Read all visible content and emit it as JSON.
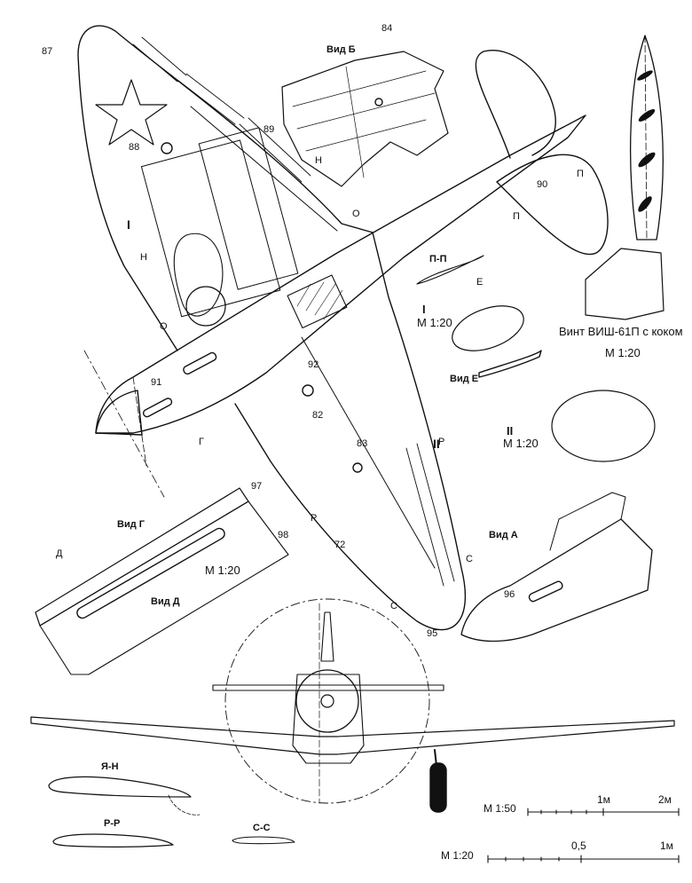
{
  "drawing": {
    "callouts": {
      "c87": "87",
      "c88": "88",
      "c89": "89",
      "c84": "84",
      "c90": "90",
      "c91": "91",
      "c92": "92",
      "c82": "82",
      "c83": "83",
      "c97": "97",
      "c98": "98",
      "c72": "72",
      "c95": "95",
      "c96": "96"
    },
    "view_labels": {
      "vid_b": "Вид Б",
      "vid_g": "Вид Г",
      "vid_d": "Вид Д",
      "vid_e": "Вид Е",
      "vid_a": "Вид А",
      "arrow_g": "Г",
      "arrow_d": "Д",
      "arrow_e": "Е"
    },
    "section_marks": {
      "n_left": "Н",
      "n_mid": "Н",
      "o_top": "О",
      "o_left": "О",
      "p_right1": "П",
      "p_right2": "П",
      "p_center": "Р",
      "p_wing": "Р",
      "s_wing": "С",
      "s_wing2": "С",
      "roman_i": "I",
      "roman_ii": "II"
    },
    "detail_labels": {
      "section_pp": "П-П",
      "detail_i": "I",
      "detail_i_scale": "М 1:20",
      "detail_ii": "II",
      "detail_ii_scale": "М 1:20",
      "vid_d_scale": "М 1:20"
    },
    "propeller": {
      "caption": "Винт ВИШ-61П с коком",
      "scale": "М 1:20"
    },
    "sections_bottom": {
      "an": "Я-Н",
      "pp": "Р-Р",
      "ss": "С-С"
    },
    "scale_bars": {
      "bar50_label": "М 1:50",
      "bar50_t1": "1м",
      "bar50_t2": "2м",
      "bar20_label": "М 1:20",
      "bar20_t1": "0,5",
      "bar20_t2": "1м"
    }
  }
}
